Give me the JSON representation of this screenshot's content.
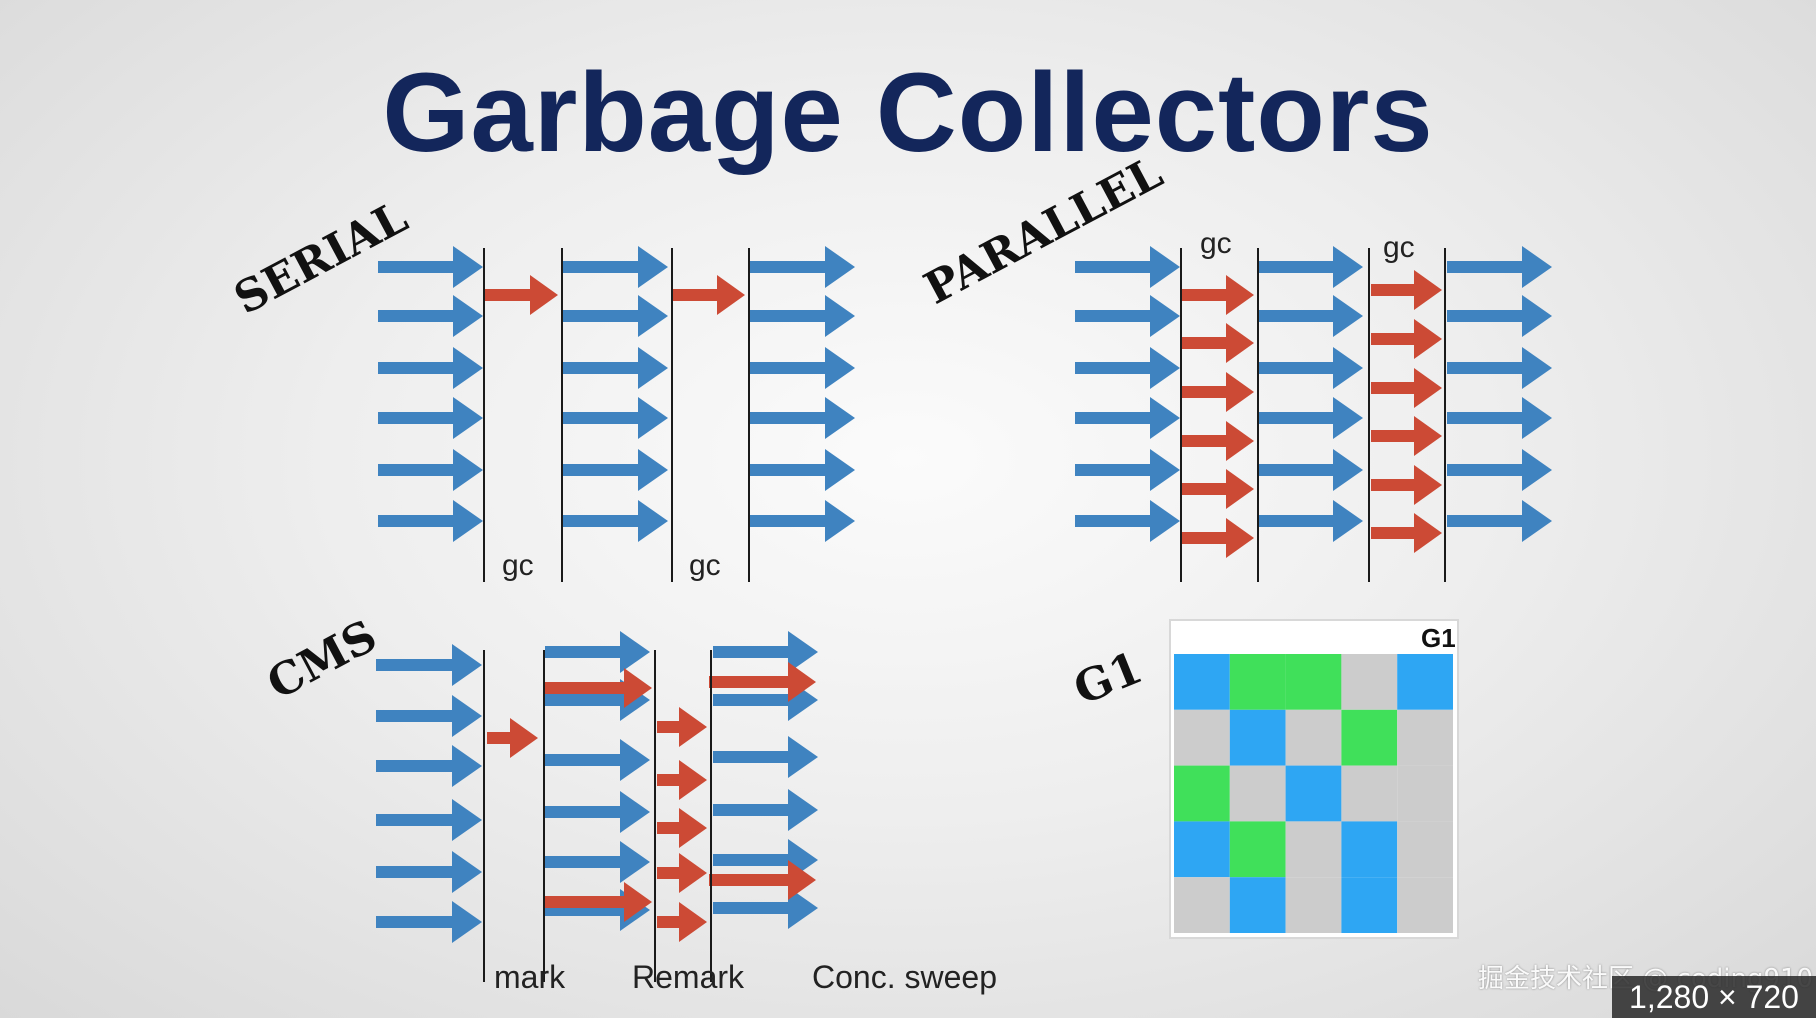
{
  "title": "Garbage Collectors",
  "colors": {
    "app_thread": "#3f83c0",
    "gc_thread": "#cc4a35",
    "region_blue": "#2ea6f3",
    "region_green": "#40e05a",
    "region_gray": "#cccccc",
    "line": "#1a1a1a"
  },
  "serial": {
    "label": "SERIAL",
    "gc_labels": [
      "gc",
      "gc"
    ]
  },
  "parallel": {
    "label": "PARALLEL",
    "gc_labels": [
      "gc",
      "gc"
    ]
  },
  "cms": {
    "label": "CMS",
    "phase_labels": [
      "mark",
      "Remark",
      "Conc. sweep"
    ]
  },
  "g1": {
    "label": "G1",
    "header": "G1",
    "grid": [
      [
        "B",
        "G",
        "G",
        "N",
        "B"
      ],
      [
        "N",
        "B",
        "N",
        "G",
        "N"
      ],
      [
        "G",
        "N",
        "B",
        "N",
        "N"
      ],
      [
        "B",
        "G",
        "N",
        "B",
        "N"
      ],
      [
        "N",
        "B",
        "N",
        "B",
        "N"
      ]
    ]
  },
  "watermark": "掘金技术社区 @ coding910",
  "size_badge": "1,280 × 720"
}
